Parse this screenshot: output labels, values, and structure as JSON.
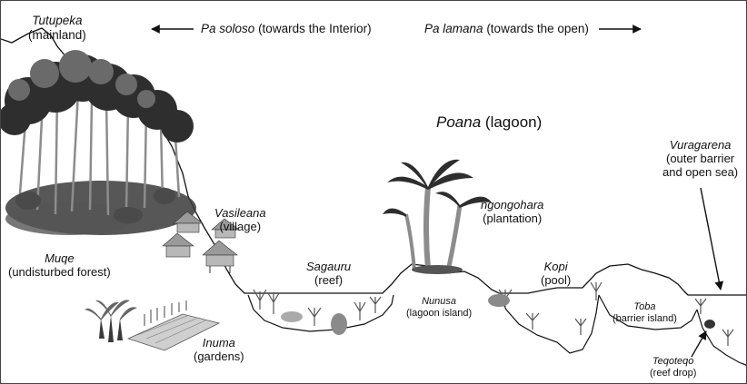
{
  "labels": {
    "tutupeka": {
      "name": "Tutupeka",
      "gloss": "(mainland)"
    },
    "pa_soloso": {
      "name": "Pa soloso",
      "gloss": "(towards the Interior)"
    },
    "pa_lamana": {
      "name": "Pa lamana",
      "gloss": "(towards the open)"
    },
    "poana": {
      "name": "Poana",
      "gloss": "(lagoon)"
    },
    "vuragarena": {
      "name": "Vuragarena",
      "gloss1": "(outer barrier",
      "gloss2": "and open sea)"
    },
    "vasileana": {
      "name": "Vasileana",
      "gloss": "(village)"
    },
    "ngongohara": {
      "name": "ngongohara",
      "gloss": "(plantation)"
    },
    "muqe": {
      "name": "Muqe",
      "gloss": "(undisturbed forest)"
    },
    "sagauru": {
      "name": "Sagauru",
      "gloss": "(reef)"
    },
    "kopi": {
      "name": "Kopi",
      "gloss": "(pool)"
    },
    "nunusa": {
      "name": "Nunusa",
      "gloss": "(lagoon island)"
    },
    "toba": {
      "name": "Toba",
      "gloss": "(barrier island)"
    },
    "inuma": {
      "name": "Inuma",
      "gloss": "(gardens)"
    },
    "teqoteqo": {
      "name": "Teqoteqo",
      "gloss": "(reef drop)"
    }
  },
  "colors": {
    "line": "#111111",
    "foliage_dark": "#2e2e2e",
    "foliage_mid": "#6a6a6a",
    "trunk": "#8c8c8c",
    "sand": "#d6d6d6",
    "hut": "#9a9a9a"
  },
  "icons": [
    "arrow-left-icon",
    "arrow-right-icon",
    "arrow-down-icon",
    "arrow-up-icon",
    "forest-icon",
    "palm-tree-icon",
    "hut-icon",
    "coral-icon",
    "garden-icon"
  ]
}
